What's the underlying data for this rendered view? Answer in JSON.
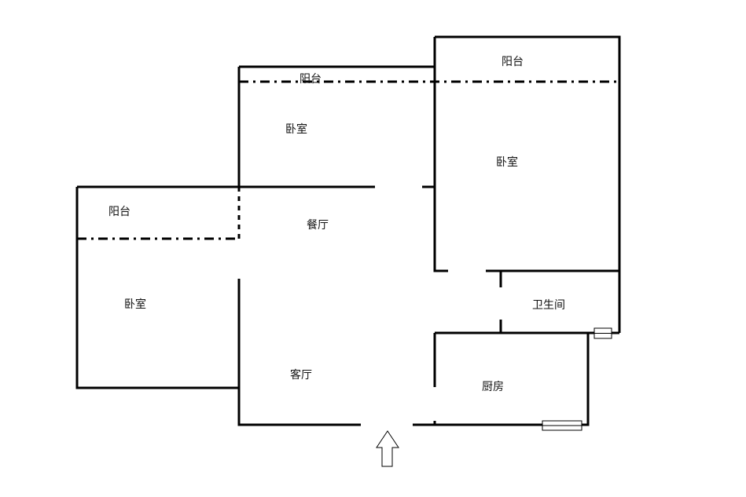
{
  "rooms": {
    "balcony_top_middle": "阳台",
    "balcony_top_right": "阳台",
    "bedroom_top_middle": "卧室",
    "bedroom_right": "卧室",
    "balcony_left": "阳台",
    "dining_room": "餐厅",
    "bedroom_left": "卧室",
    "bathroom": "卫生间",
    "living_room": "客厅",
    "kitchen": "厨房"
  },
  "colors": {
    "wall": "#000000",
    "background": "#ffffff"
  },
  "icons": {
    "entrance": "up-arrow-icon"
  }
}
